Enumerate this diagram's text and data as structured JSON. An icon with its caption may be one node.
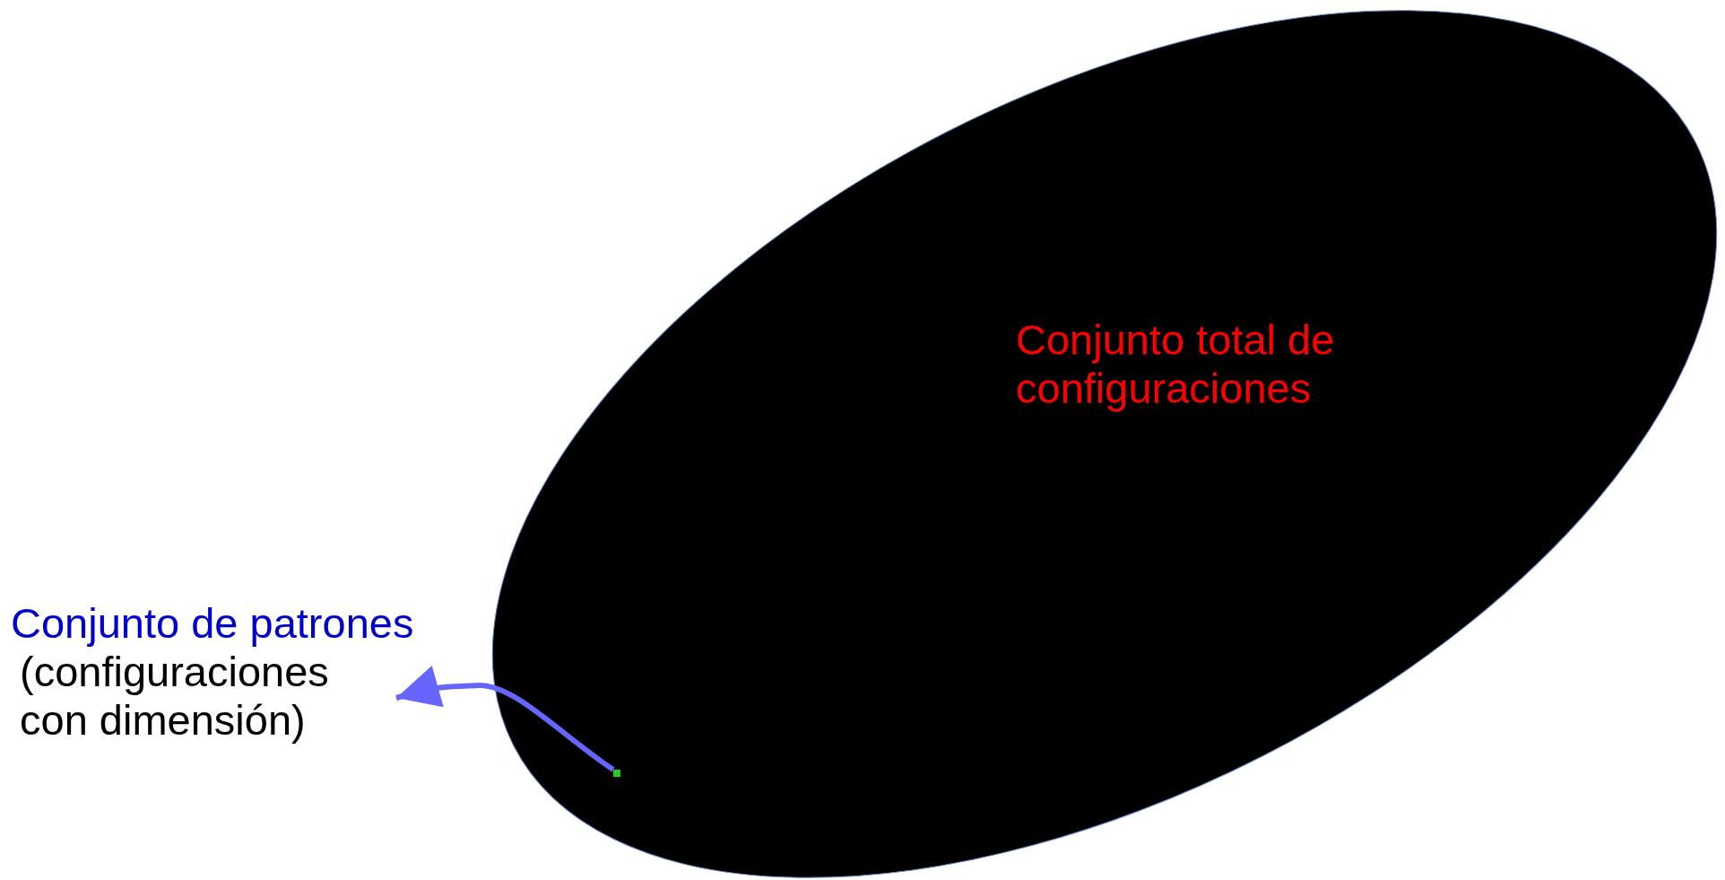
{
  "diagram": {
    "nodes": [
      {
        "text": [
          "Conjunto total de configuraciones"
        ]
      },
      {
        "text": [],
        "shape": "box",
        "in": 0
      },
      {
        "text": [
          "Conjunto de patrones",
          "(configuraciones con dimensión)"
        ]
      }
    ],
    "edges": [
      {
        "from": 1,
        "to": 2,
        "arrow": "to",
        "color": "#6666ff"
      }
    ]
  }
}
